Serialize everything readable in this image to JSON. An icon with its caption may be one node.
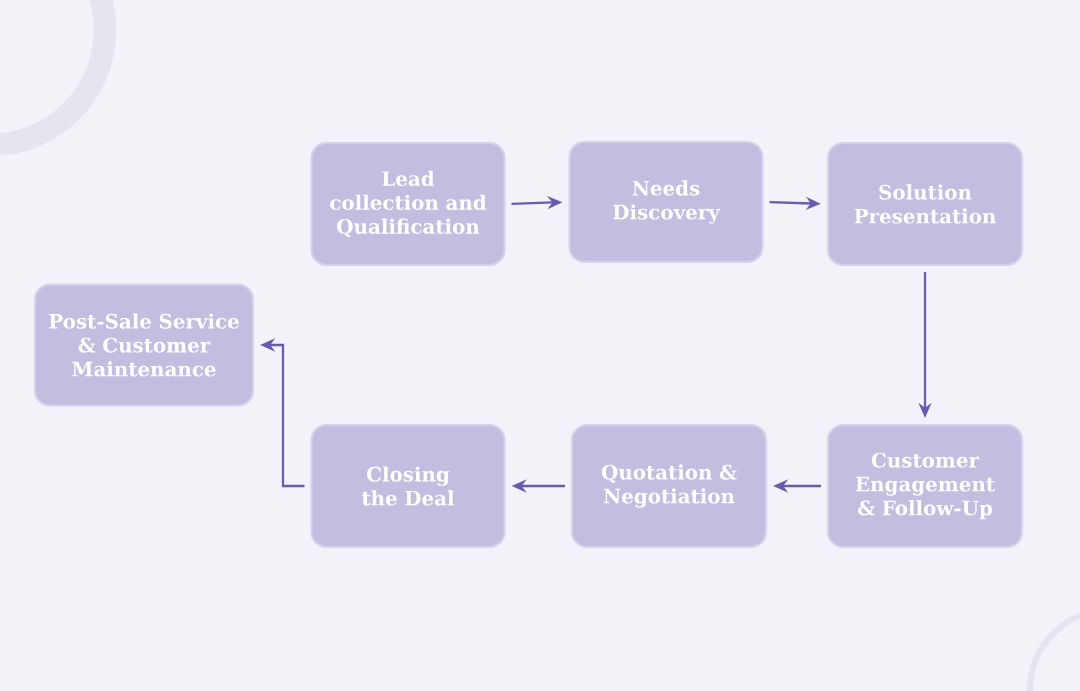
{
  "diagram": {
    "nodes": [
      {
        "text": [
          "Lead collection and Qualification"
        ]
      },
      {
        "text": [
          "Needs Discovery"
        ]
      },
      {
        "text": [
          "Solution Presentation"
        ]
      },
      {
        "text": [
          "Customer Engagement & Follow-Up"
        ]
      },
      {
        "text": [
          "Quotation & Negotiation"
        ]
      },
      {
        "text": [
          "Closing the Deal"
        ]
      },
      {
        "text": [
          "Post-Sale Service & Customer Maintenance"
        ]
      }
    ],
    "edges": [
      {
        "from": 0,
        "to": 1,
        "arrow": "to"
      },
      {
        "from": 1,
        "to": 2,
        "arrow": "to"
      },
      {
        "from": 2,
        "to": 3,
        "arrow": "to"
      },
      {
        "from": 3,
        "to": 4,
        "arrow": "to"
      },
      {
        "from": 4,
        "to": 5,
        "arrow": "to"
      },
      {
        "from": 5,
        "to": 6,
        "arrow": "to"
      }
    ]
  }
}
